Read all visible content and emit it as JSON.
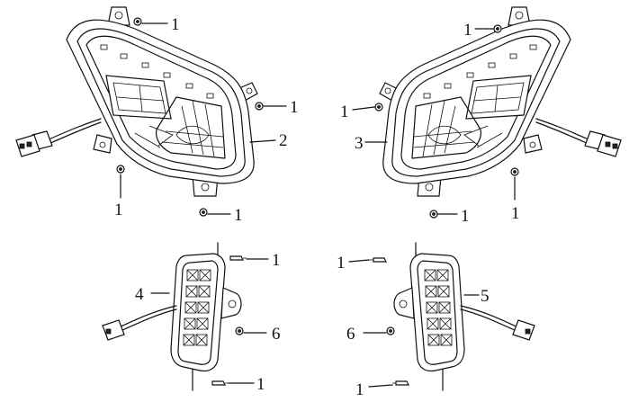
{
  "diagram": {
    "callouts": [
      {
        "id": "c1",
        "text": "1"
      },
      {
        "id": "c2",
        "text": "1"
      },
      {
        "id": "c3",
        "text": "1"
      },
      {
        "id": "c4",
        "text": "1"
      },
      {
        "id": "c5",
        "text": "2"
      },
      {
        "id": "c6",
        "text": "1"
      },
      {
        "id": "c7",
        "text": "1"
      },
      {
        "id": "c8",
        "text": "3"
      },
      {
        "id": "c9",
        "text": "1"
      },
      {
        "id": "c10",
        "text": "1"
      },
      {
        "id": "c11",
        "text": "1"
      },
      {
        "id": "c12",
        "text": "4"
      },
      {
        "id": "c13",
        "text": "6"
      },
      {
        "id": "c14",
        "text": "1"
      },
      {
        "id": "c15",
        "text": "1"
      },
      {
        "id": "c16",
        "text": "5"
      },
      {
        "id": "c17",
        "text": "6"
      },
      {
        "id": "c18",
        "text": "1"
      }
    ]
  }
}
